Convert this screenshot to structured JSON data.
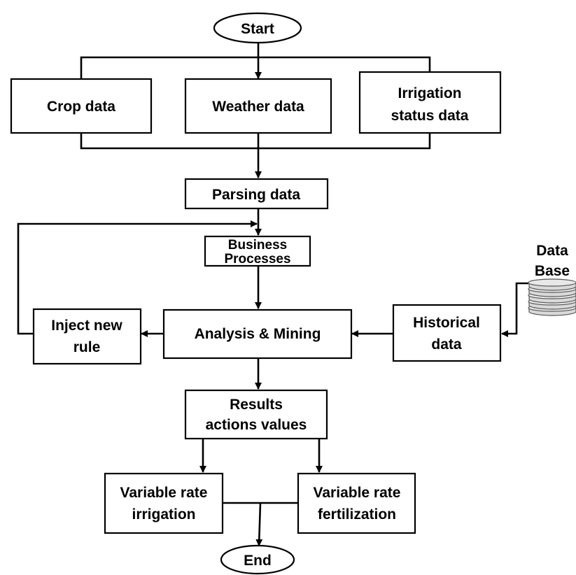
{
  "nodes": {
    "start": {
      "lines": [
        "Start"
      ]
    },
    "crop": {
      "lines": [
        "Crop data"
      ]
    },
    "weather": {
      "lines": [
        "Weather data"
      ]
    },
    "irrigation_status": {
      "lines": [
        "Irrigation",
        "status data"
      ]
    },
    "parsing": {
      "lines": [
        "Parsing data"
      ]
    },
    "business": {
      "lines": [
        "Business",
        "Processes"
      ]
    },
    "analysis": {
      "lines": [
        "Analysis & Mining"
      ]
    },
    "inject": {
      "lines": [
        "Inject new",
        "rule"
      ]
    },
    "historical": {
      "lines": [
        "Historical",
        "data"
      ]
    },
    "database": {
      "lines": [
        "Data",
        "Base"
      ]
    },
    "results": {
      "lines": [
        "Results",
        "actions values"
      ]
    },
    "vr_irrigation": {
      "lines": [
        "Variable rate",
        "irrigation"
      ]
    },
    "vr_fertilization": {
      "lines": [
        "Variable rate",
        "fertilization"
      ]
    },
    "end": {
      "lines": [
        "End"
      ]
    }
  }
}
